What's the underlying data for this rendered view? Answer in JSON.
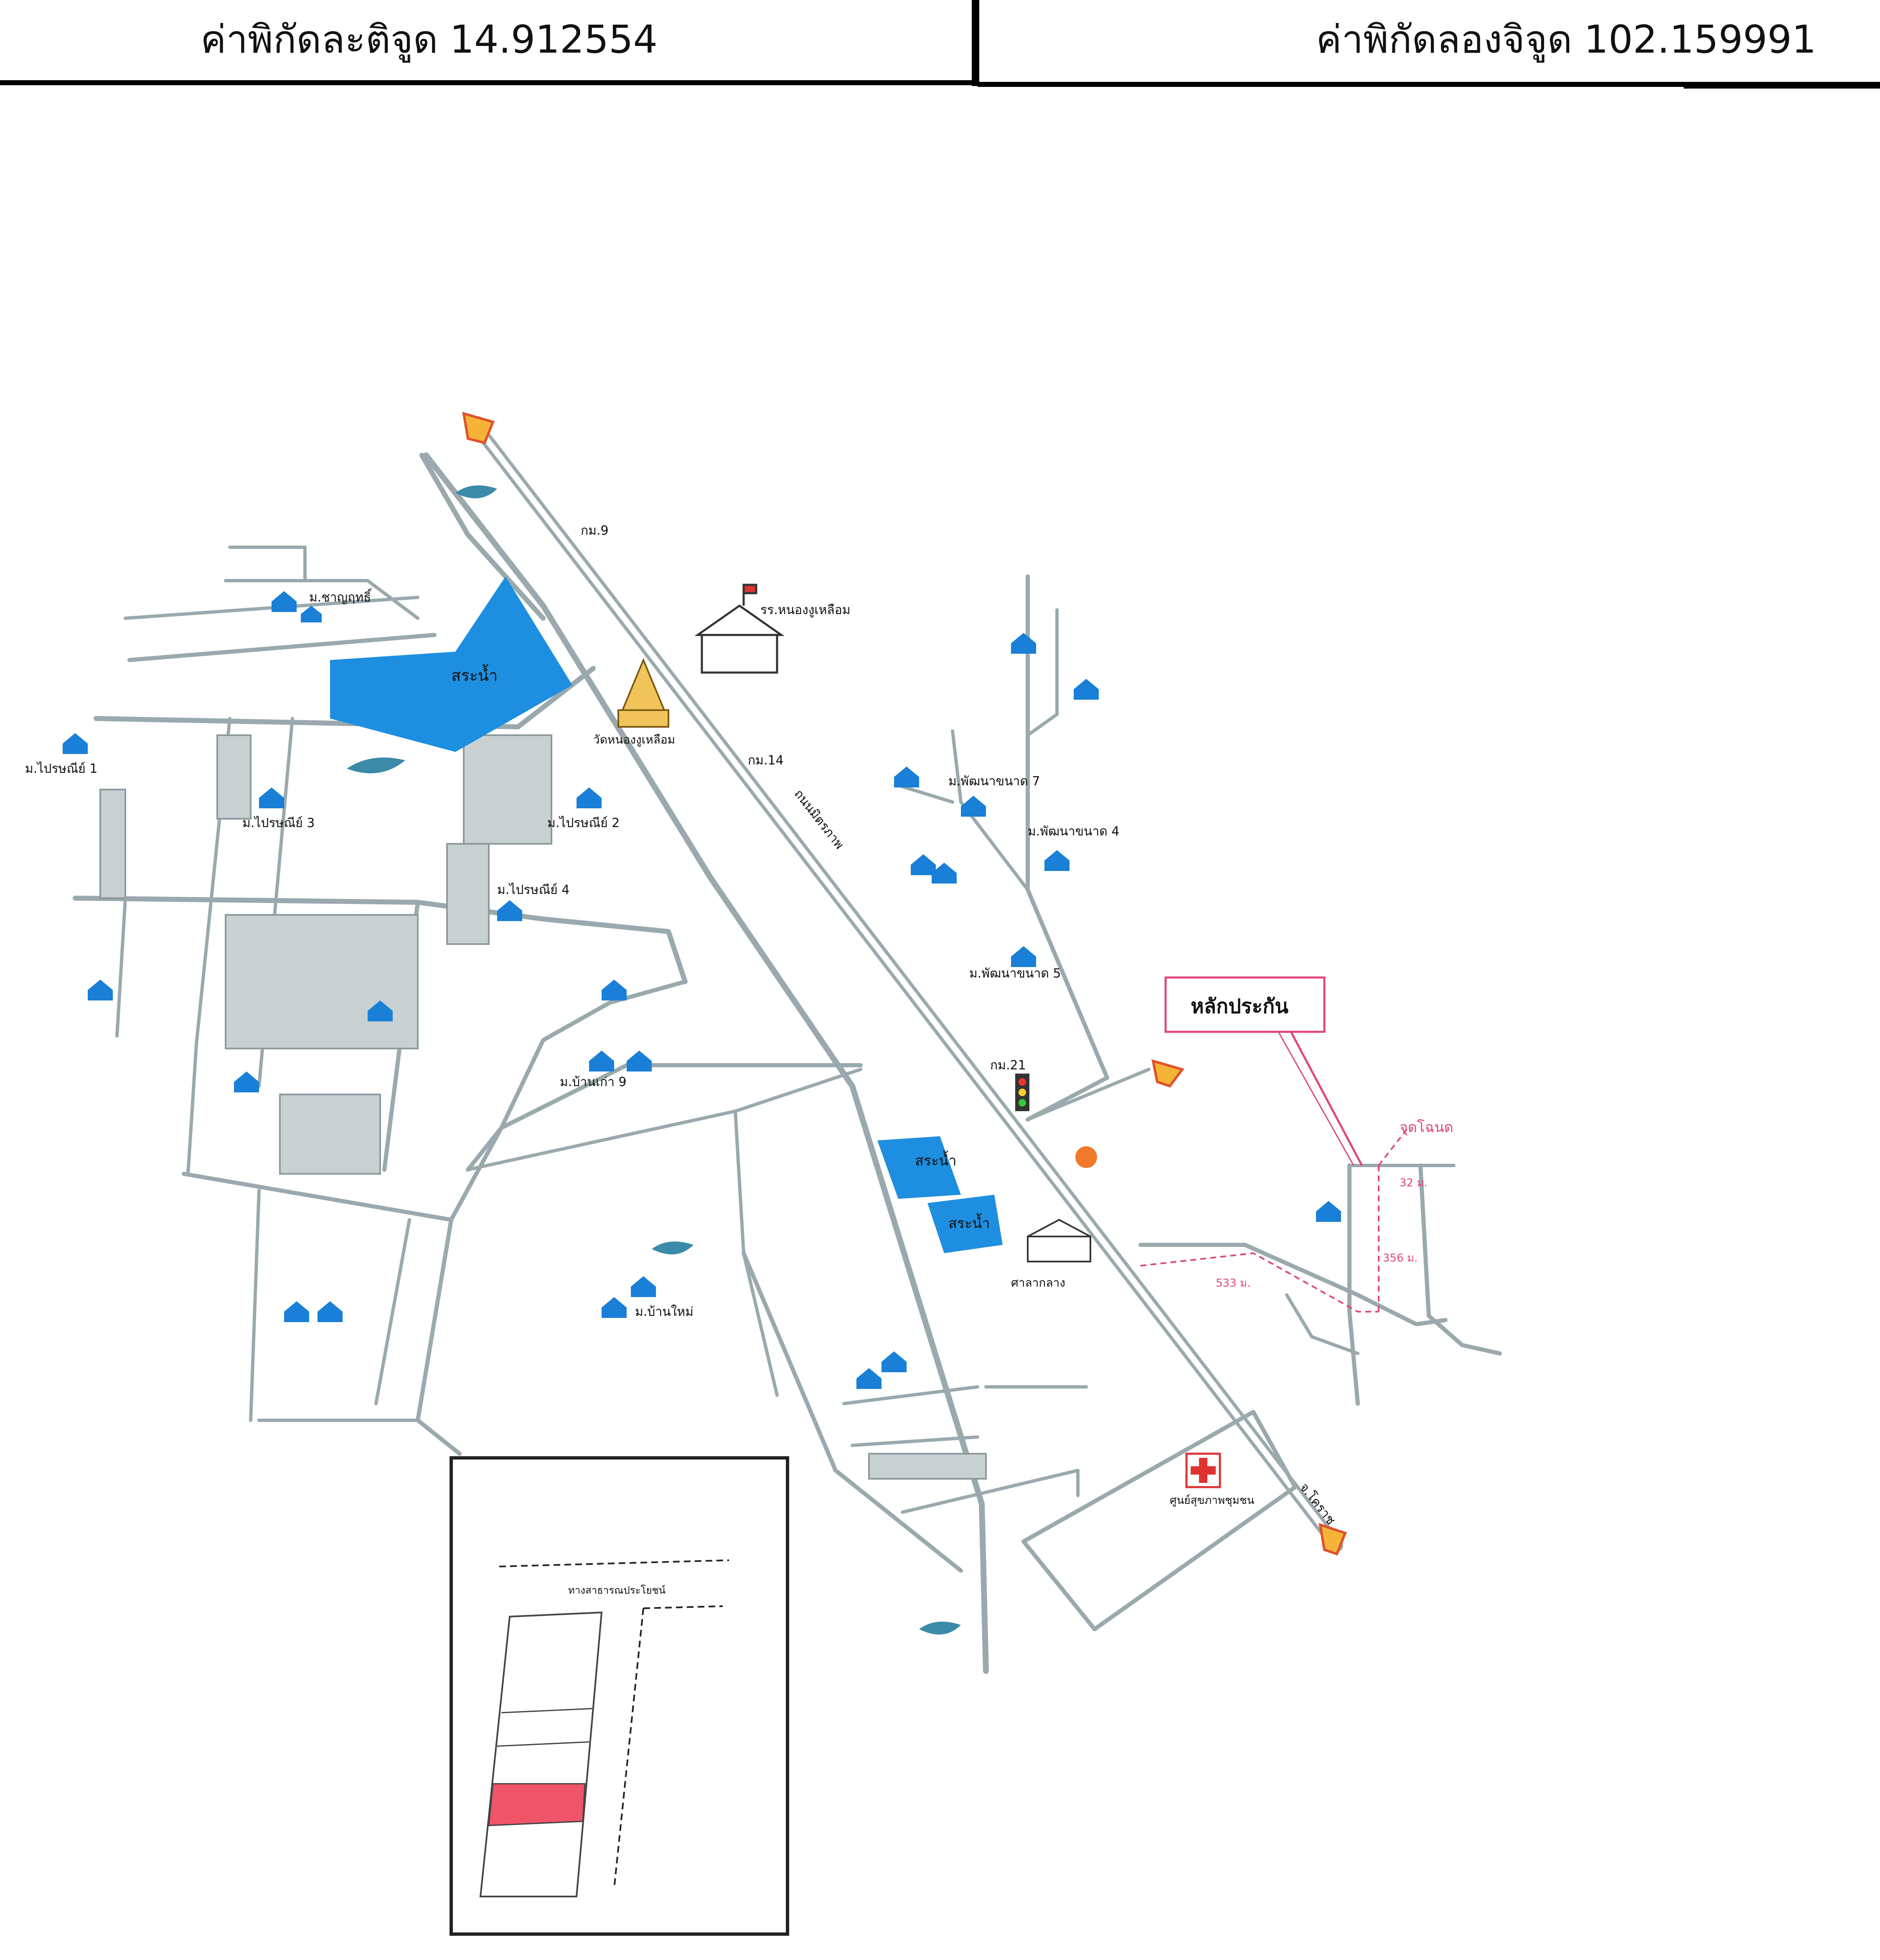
{
  "header": {
    "lat_label": "ค่าพิกัดละติจูด",
    "lat_value": "14.912554",
    "lon_label": "ค่าพิกัดลองจิจูด",
    "lon_value": "102.159991"
  },
  "map": {
    "colors": {
      "road": "#9aa9ad",
      "water": "#1e8fe0",
      "house": "#1a7fd6",
      "callout": "#e0457a",
      "parcel_highlight": "#f05468",
      "marker": "#f5b338",
      "marker_outline": "#e0522a"
    },
    "labels": {
      "collateral": "หลักประกัน",
      "pond_1": "สระน้ำ",
      "pond_2": "สระน้ำ",
      "pond_3": "สระน้ำ",
      "km_9": "กม.9",
      "km_14": "กม.14",
      "km_21": "กม.21",
      "main_road": "ถนนมิตรภาพ",
      "village_1": "ม.ชาญฤทธิ์",
      "village_2": "ม.ไปรษณีย์ 1",
      "village_3": "ม.ไปรษณีย์ 2",
      "village_4": "ม.ไปรษณีย์ 3",
      "village_5": "ม.ไปรษณีย์ 4",
      "village_6": "ม.พัฒนาขนาด 7",
      "village_7": "ม.พัฒนาขนาด 4",
      "village_8": "ม.พัฒนาขนาด 5",
      "village_9": "ม.บ้านเก่า 9",
      "village_10": "ม.บ้านใหม่",
      "school": "รร.หนองงูเหลือม",
      "temple": "วัดหนองงูเหลือม",
      "parcel_point": "จุดโฉนด",
      "dist_32": "32 ม.",
      "dist_356": "356 ม.",
      "dist_533": "533 ม.",
      "to_city": "จ.โคราช",
      "hospital": "ศูนย์สุขภาพชุมชน",
      "gov_office": "ศาลากลาง",
      "inset_road": "ทางสาธารณประโยชน์"
    }
  }
}
